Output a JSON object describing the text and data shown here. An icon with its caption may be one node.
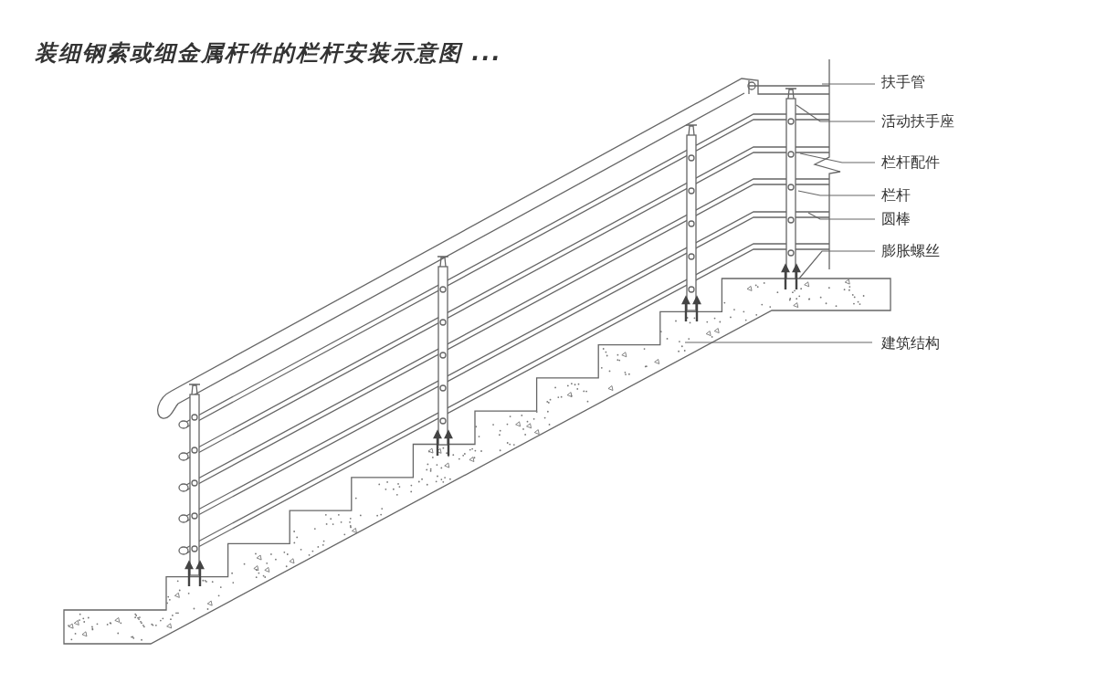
{
  "diagram": {
    "title": "装细钢索或细金属杆件的栏杆安装示意图 ...",
    "nodes": [
      {
        "text": [
          "扶手管"
        ]
      },
      {
        "text": [
          "活动扶手座"
        ]
      },
      {
        "text": [
          "栏杆配件"
        ]
      },
      {
        "text": [
          "栏杆"
        ]
      },
      {
        "text": [
          "圆棒"
        ]
      },
      {
        "text": [
          "膨胀螺丝"
        ]
      },
      {
        "text": [
          "建筑结构"
        ]
      }
    ],
    "edges": [
      {
        "from": 0,
        "to": null,
        "arrow": "none"
      },
      {
        "from": 1,
        "to": null,
        "arrow": "none"
      },
      {
        "from": 2,
        "to": null,
        "arrow": "none"
      },
      {
        "from": 3,
        "to": null,
        "arrow": "none"
      },
      {
        "from": 4,
        "to": null,
        "arrow": "none"
      },
      {
        "from": 5,
        "to": null,
        "arrow": "none"
      },
      {
        "from": 6,
        "to": null,
        "arrow": "none"
      }
    ]
  }
}
